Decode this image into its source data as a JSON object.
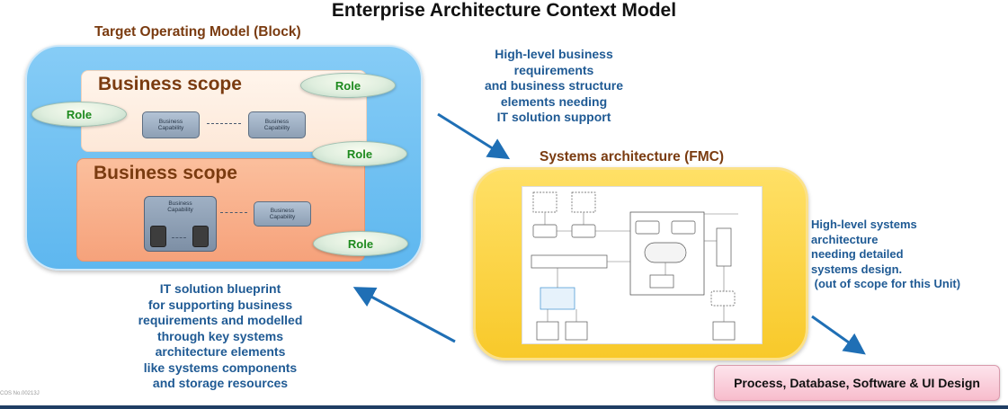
{
  "title": "Enterprise Architecture Context Model",
  "tom": {
    "heading": "Target Operating Model (Block)",
    "scope1": {
      "label": "Business scope",
      "capability_a": "Business\nCapability",
      "capability_b": "Business\nCapability"
    },
    "scope2": {
      "label": "Business scope",
      "capability_a": "Business\nCapability",
      "capability_b": "Business\nCapability"
    },
    "roles": [
      "Role",
      "Role",
      "Role",
      "Role"
    ]
  },
  "annotations": {
    "business_requirements": "High-level business\nrequirements\nand business structure\nelements needing\nIT solution support",
    "it_blueprint": "IT solution blueprint\nfor supporting business\nrequirements and modelled\nthrough key systems\narchitecture elements\nlike systems components\nand storage resources",
    "systems_architecture": "High-level systems\narchitecture\nneeding detailed\nsystems design.\n (out of scope for this Unit)"
  },
  "systems": {
    "heading": "Systems architecture (FMC)"
  },
  "design_box": "Process, Database, Software & UI Design",
  "footnote": "COS No.00213J",
  "colors": {
    "tom_fill": "#5eb7ef",
    "scope1_fill": "#fde8d8",
    "scope2_fill": "#f6a27b",
    "systems_fill": "#f8c92a",
    "design_fill": "#f7bccc",
    "arrow": "#1f6fb5",
    "annotation_text": "#1f5a94",
    "heading_brown": "#7a3b10",
    "role_text": "#1e8a1e"
  }
}
